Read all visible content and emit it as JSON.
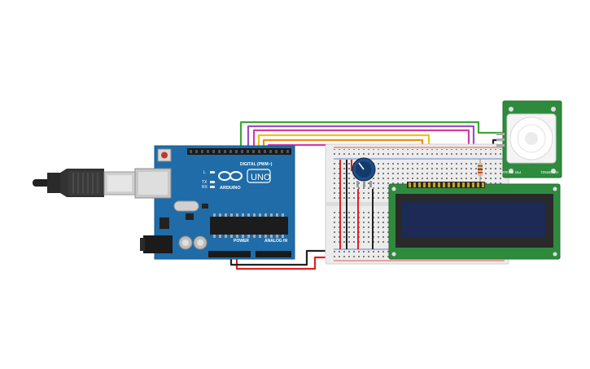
{
  "scene": "circuit-editor-canvas",
  "arduino": {
    "brand": "ARDUINO",
    "model": "UNO",
    "digital_label": "DIGITAL (PWM~)",
    "power_label": "POWER",
    "analog_label": "ANALOG IN",
    "tx_label": "TX",
    "rx_label": "RX",
    "l_label": "L"
  },
  "pir_sensor": {
    "model_text": "HC-SR501",
    "title_text": "PIR Sensor"
  },
  "colors": {
    "arduino_board": "#1f6ca8",
    "lcd_board": "#2e8b3e",
    "lcd_screen": "#1d2a55",
    "pir_board": "#2e8b3e",
    "breadboard": "#ececec",
    "wire_green": "#3aaa35",
    "wire_purple": "#9b4fc2",
    "wire_pink": "#d63aa7",
    "wire_yellow": "#e8c31a",
    "wire_orange": "#f08a1e",
    "wire_blue": "#2f86d6",
    "wire_red": "#e02020",
    "wire_black": "#222222"
  },
  "icons": {
    "usb": "usb-cable-icon",
    "potentiometer": "potentiometer-icon",
    "resistor": "resistor-icon"
  }
}
